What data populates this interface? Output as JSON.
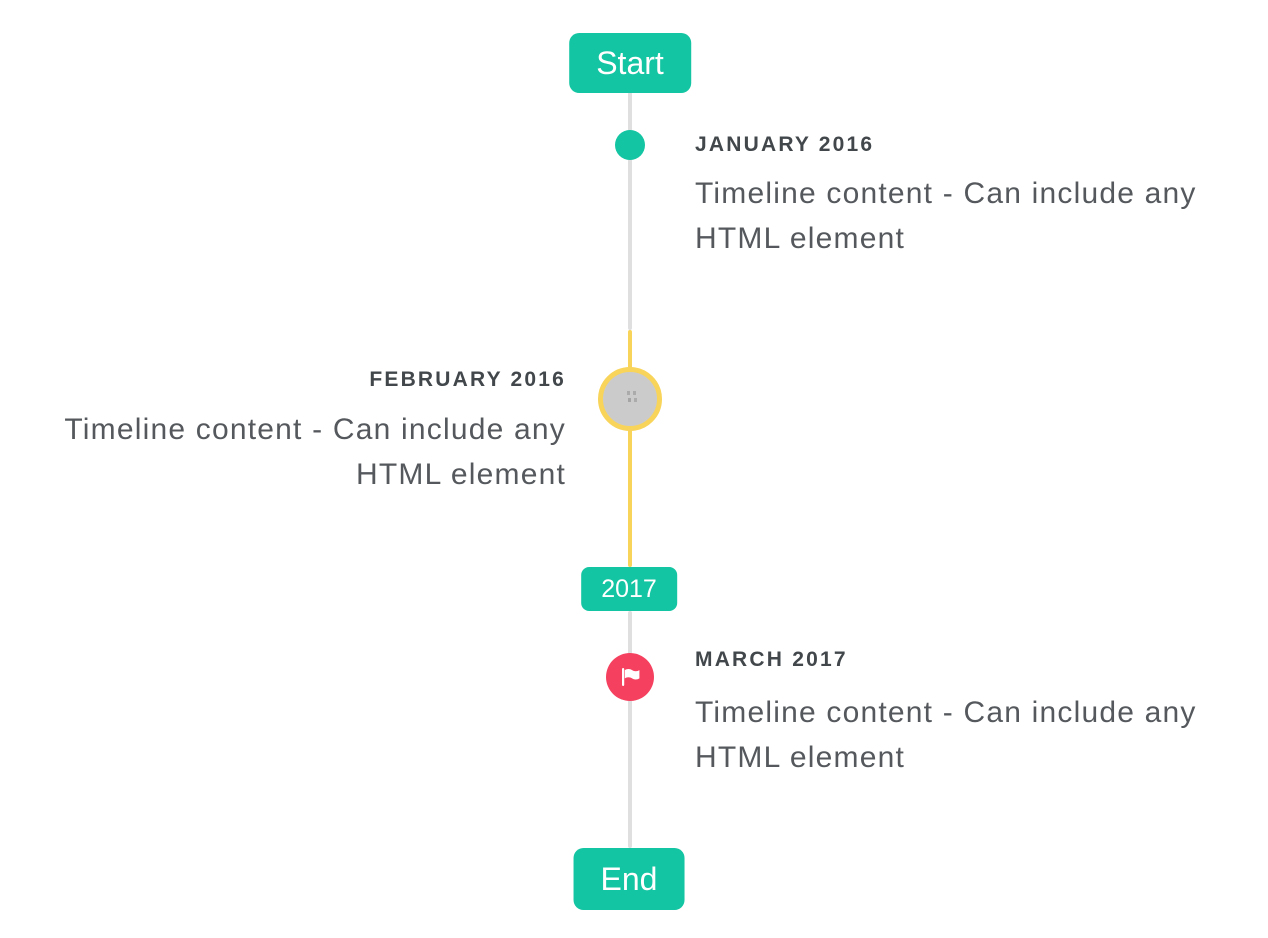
{
  "timeline": {
    "start_badge": "Start",
    "year_badge": "2017",
    "end_badge": "End",
    "events": [
      {
        "date": "JANUARY 2016",
        "content": "Timeline content - Can include any HTML element",
        "side": "right",
        "marker": "teal-dot"
      },
      {
        "date": "FEBRUARY 2016",
        "content": "Timeline content - Can include any HTML element",
        "side": "left",
        "marker": "gray-image-circle-yellow-ring"
      },
      {
        "date": "MARCH 2017",
        "content": "Timeline content - Can include any HTML element",
        "side": "right",
        "marker": "red-flag-circle"
      }
    ],
    "colors": {
      "teal": "#13C5A2",
      "yellow": "#F8D45A",
      "red": "#F5415F",
      "line_gray": "#DFDFDF",
      "circle_gray": "#CBCBCB",
      "date_text": "#42474B",
      "content_text": "#55595D"
    }
  }
}
